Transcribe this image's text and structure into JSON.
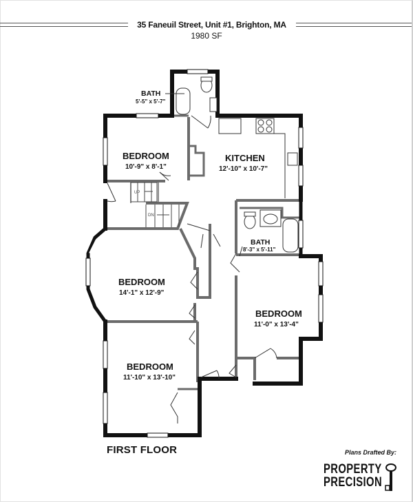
{
  "header": {
    "address": "35 Faneuil Street, Unit #1, Brighton, MA",
    "square_footage": "1980 SF"
  },
  "floor": {
    "label": "FIRST FLOOR"
  },
  "rooms": [
    {
      "id": "bath-upper",
      "name": "BATH",
      "dimensions": "5'-5\" x 5'-7\""
    },
    {
      "id": "bedroom-small",
      "name": "BEDROOM",
      "dimensions": "10'-9\" x 8'-1\""
    },
    {
      "id": "kitchen",
      "name": "KITCHEN",
      "dimensions": "12'-10\" x 10'-7\""
    },
    {
      "id": "bath-lower",
      "name": "BATH",
      "dimensions": "8'-3\" x 5'-11\""
    },
    {
      "id": "bedroom-bay",
      "name": "BEDROOM",
      "dimensions": "14'-1\" x 12'-9\""
    },
    {
      "id": "bedroom-right",
      "name": "BEDROOM",
      "dimensions": "11'-0\" x 13'-4\""
    },
    {
      "id": "bedroom-bottom",
      "name": "BEDROOM",
      "dimensions": "11'-10\" x 13'-10\""
    }
  ],
  "stairs": {
    "up_label": "UP",
    "down_label": "DN"
  },
  "credits": {
    "drafted_by": "Plans Drafted By:",
    "brand_line1": "PROPERTY",
    "brand_line2": "PRECISION",
    "brand_icon": "key-icon"
  },
  "colors": {
    "exterior_wall": "#111111",
    "interior_wall": "#6b6b6b",
    "background": "#ffffff"
  }
}
